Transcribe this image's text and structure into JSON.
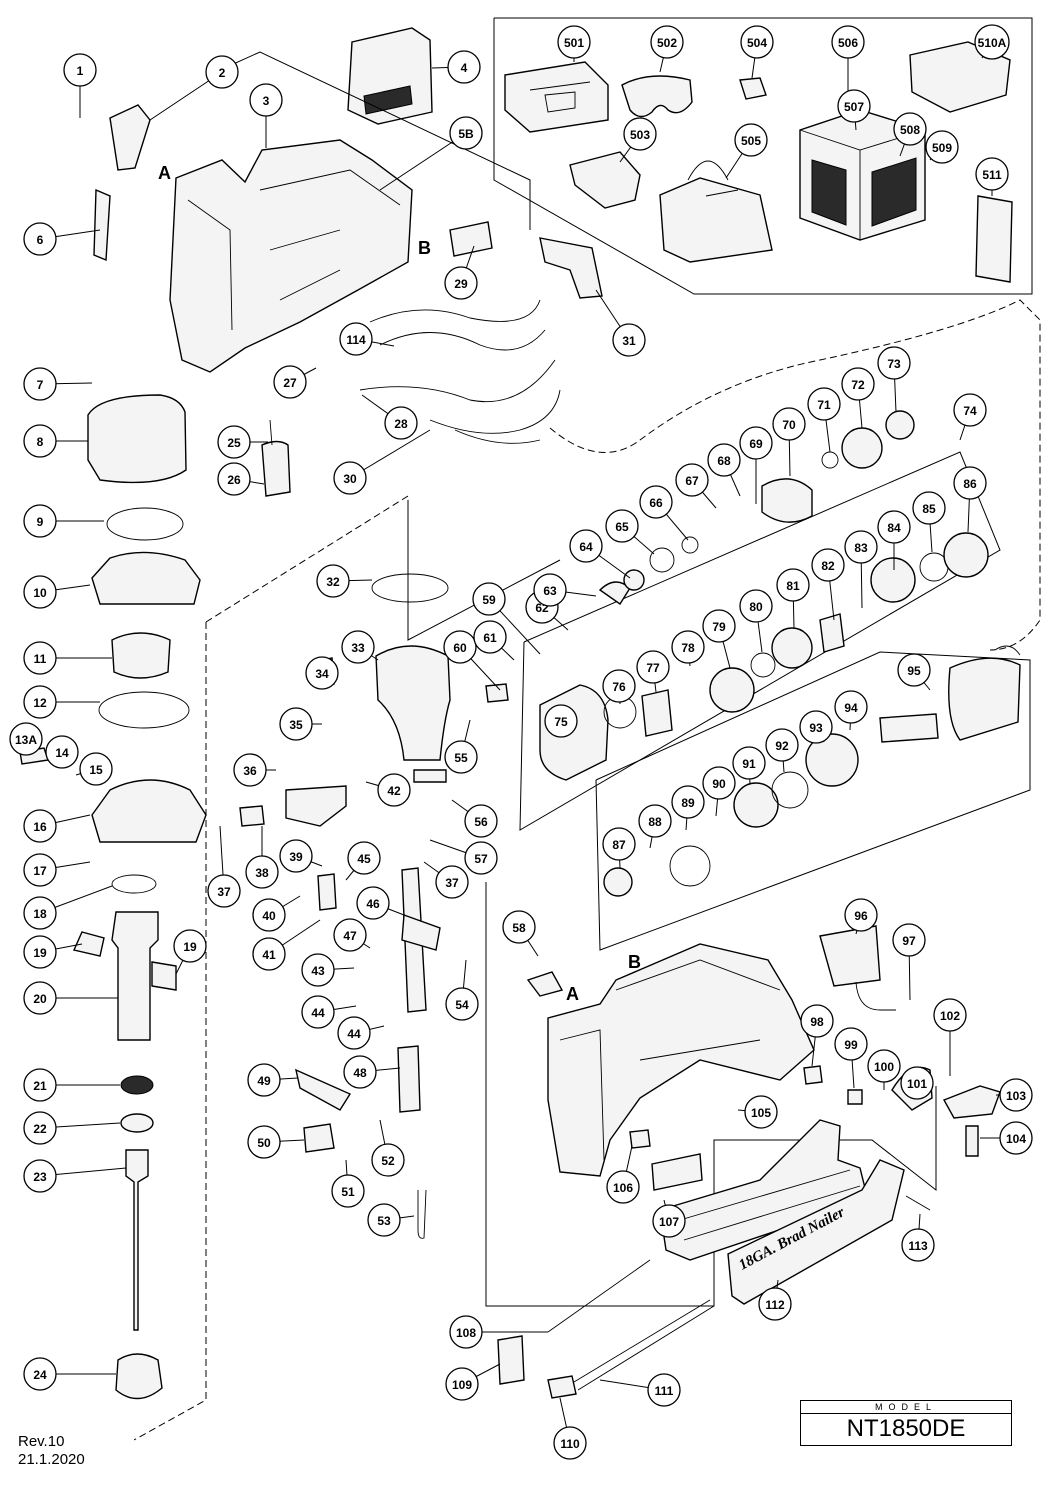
{
  "model": {
    "label": "MODEL",
    "value": "NT1850DE"
  },
  "revision": {
    "rev": "Rev.10",
    "date": "21.1.2020"
  },
  "marker_letters": [
    "A",
    "B",
    "B",
    "A"
  ],
  "magazine_marking": "18GA. Brad Nailer",
  "part_numbers": [
    "1",
    "2",
    "3",
    "4",
    "5B",
    "6",
    "7",
    "8",
    "9",
    "10",
    "11",
    "12",
    "13A",
    "14",
    "15",
    "16",
    "17",
    "18",
    "19",
    "19",
    "20",
    "21",
    "22",
    "23",
    "24",
    "25",
    "26",
    "27",
    "28",
    "29",
    "30",
    "31",
    "32",
    "33",
    "34",
    "35",
    "36",
    "37",
    "37",
    "38",
    "39",
    "40",
    "41",
    "42",
    "43",
    "44",
    "44",
    "45",
    "46",
    "47",
    "48",
    "49",
    "50",
    "51",
    "52",
    "53",
    "54",
    "55",
    "56",
    "57",
    "58",
    "59",
    "60",
    "61",
    "62",
    "63",
    "64",
    "65",
    "66",
    "67",
    "68",
    "69",
    "70",
    "71",
    "72",
    "73",
    "74",
    "75",
    "76",
    "77",
    "78",
    "79",
    "80",
    "81",
    "82",
    "83",
    "84",
    "85",
    "86",
    "87",
    "88",
    "89",
    "90",
    "91",
    "92",
    "93",
    "94",
    "95",
    "96",
    "97",
    "98",
    "99",
    "100",
    "101",
    "102",
    "103",
    "104",
    "105",
    "106",
    "107",
    "108",
    "109",
    "110",
    "111",
    "112",
    "113",
    "114",
    "501",
    "502",
    "503",
    "504",
    "505",
    "506",
    "507",
    "508",
    "509",
    "510A",
    "511"
  ]
}
